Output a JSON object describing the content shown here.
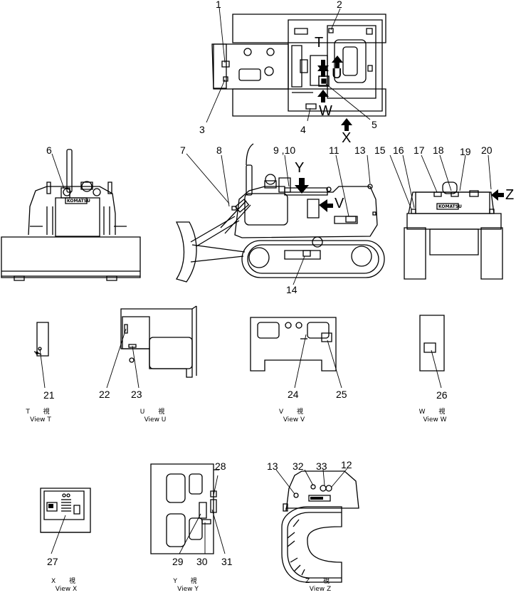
{
  "part_numbers": {
    "n1": "1",
    "n2": "2",
    "n3": "3",
    "n4": "4",
    "n5": "5",
    "n6": "6",
    "n7": "7",
    "n8": "8",
    "n9_10": "9 ,10",
    "n11": "11",
    "n12": "12",
    "n13": "13",
    "n15": "15",
    "n16": "16",
    "n17": "17",
    "n18": "18",
    "n19": "19",
    "n20": "20",
    "n14": "14",
    "n21": "21",
    "n22": "22",
    "n23": "23",
    "n24": "24",
    "n25": "25",
    "n26": "26",
    "n27": "27",
    "n28": "28",
    "n29": "29",
    "n30": "30",
    "n31": "31",
    "n32": "32",
    "n33": "33"
  },
  "view_letters": {
    "t": "T",
    "u": "U",
    "w": "W",
    "x": "X",
    "y": "Y",
    "v": "V",
    "z": "Z"
  },
  "brand_text": "KOMATSU",
  "captions": [
    {
      "jp": "T 視",
      "en": "View T"
    },
    {
      "jp": "U 視",
      "en": "View U"
    },
    {
      "jp": "V 視",
      "en": "View V"
    },
    {
      "jp": "W 視",
      "en": "View W"
    },
    {
      "jp": "X 視",
      "en": "View X"
    },
    {
      "jp": "Y 視",
      "en": "View Y"
    },
    {
      "jp": "Z 視",
      "en": "View Z"
    }
  ]
}
